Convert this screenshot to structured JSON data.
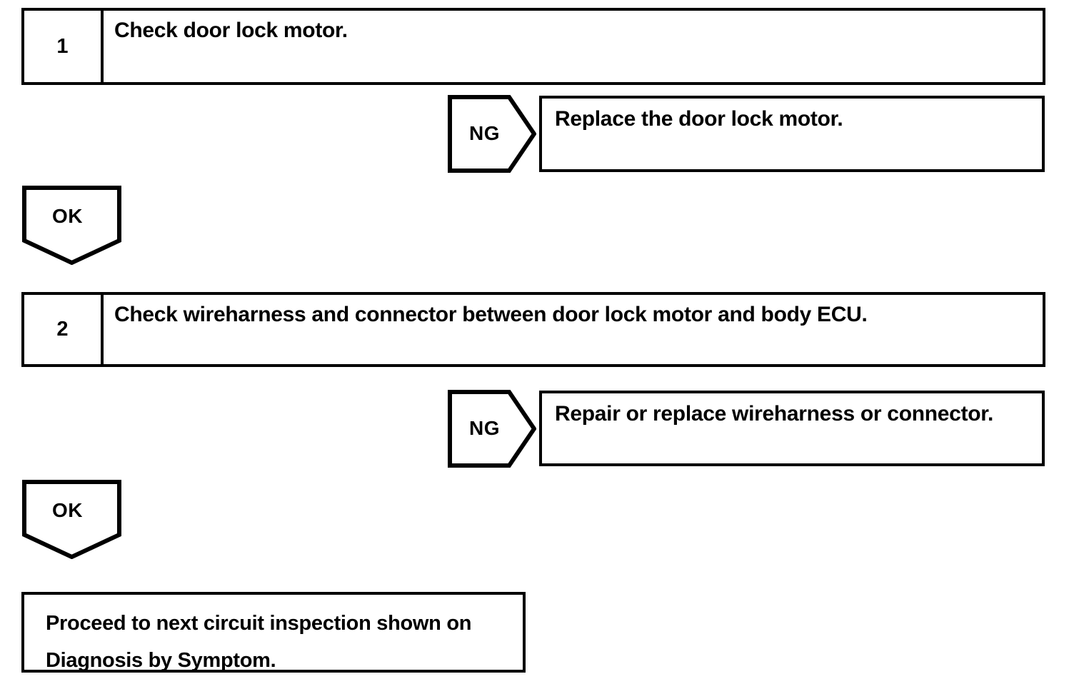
{
  "diagram": {
    "type": "diagnostic-flowchart",
    "title": "Door lock motor circuit inspection",
    "colors": {
      "background": "#ffffff",
      "stroke": "#000000",
      "text": "#000000"
    },
    "steps": [
      {
        "number": "1",
        "instruction": "Check door lock motor.",
        "ng_label": "NG",
        "ng_action": "Replace the door lock motor.",
        "ok_label": "OK"
      },
      {
        "number": "2",
        "instruction": "Check wireharness and connector between door lock motor and body ECU.",
        "ng_label": "NG",
        "ng_action": "Repair or replace wireharness or connector.",
        "ok_label": "OK"
      }
    ],
    "final": {
      "line1": "Proceed to next circuit inspection shown on",
      "line2": "Diagnosis by Symptom."
    }
  }
}
